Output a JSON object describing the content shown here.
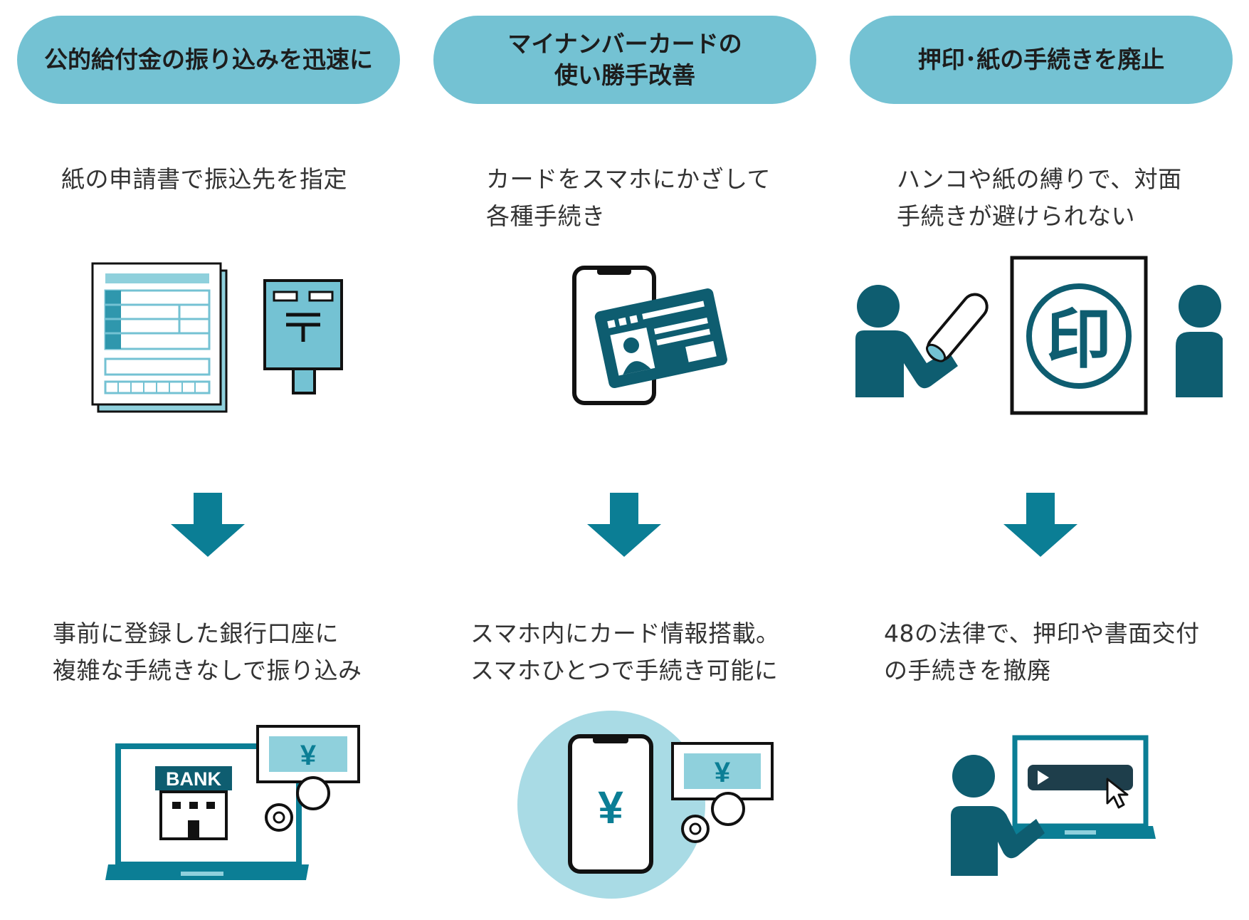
{
  "colors": {
    "pill": "#74c2d3",
    "accent_light": "#8fd0dc",
    "dark_teal": "#0e5d70",
    "arrow": "#0b7e95",
    "outline": "#111111"
  },
  "columns": [
    {
      "header": "公的給付金の振り込みを迅速に",
      "before": "紙の申請書で振込先を指定",
      "after": "事前に登録した銀行口座に\n複雑な手続きなしで振り込み",
      "before_icons": [
        "application-form-icon",
        "post-box-icon"
      ],
      "after_icons": [
        "bank-laptop-icon",
        "yen-bill-icon",
        "coin-icon"
      ]
    },
    {
      "header": "マイナンバーカードの\n使い勝手改善",
      "before": "カードをスマホにかざして\n各種手続き",
      "after": "スマホ内にカード情報搭載。\nスマホひとつで手続き可能に",
      "before_icons": [
        "smartphone-icon",
        "id-card-icon"
      ],
      "after_icons": [
        "smartphone-yen-icon",
        "yen-bill-icon",
        "coin-icon"
      ]
    },
    {
      "header": "押印･紙の手続きを廃止",
      "before": "ハンコや紙の縛りで、対面\n手続きが避けられない",
      "after": "48の法律で、押印や書面交付\nの手続きを撤廃",
      "before_icons": [
        "person-with-stamp-icon",
        "seal-stamp-icon",
        "person-icon"
      ],
      "after_icons": [
        "person-icon",
        "online-monitor-icon",
        "cursor-icon"
      ]
    }
  ],
  "labels": {
    "bank_sign": "BANK",
    "yen_symbol": "¥",
    "seal_char": "印"
  }
}
